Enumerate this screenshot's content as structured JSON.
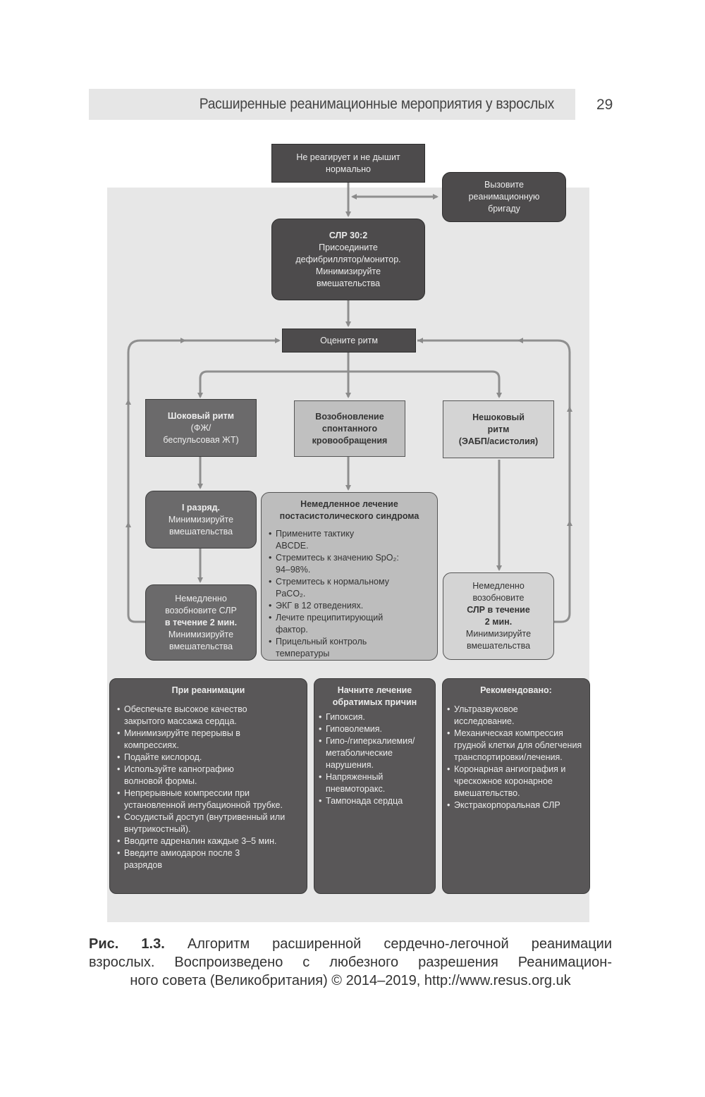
{
  "header": {
    "title": "Расширенные реанимационные мероприятия у взрослых",
    "page_number": "29"
  },
  "flowchart": {
    "start": {
      "line1": "Не реагирует и не дышит",
      "line2": "нормально"
    },
    "call_team": {
      "line1": "Вызовите",
      "line2": "реанимационную",
      "line3": "бригаду"
    },
    "cpr": {
      "title": "СЛР 30:2",
      "line1": "Присоедините",
      "line2": "дефибриллятор/монитор.",
      "line3": "Минимизируйте",
      "line4": "вмешательства"
    },
    "assess": {
      "label": "Оцените ритм"
    },
    "shockable": {
      "line1": "Шоковый ритм",
      "line2": "(ФЖ/",
      "line3": "беспульсовая ЖТ)"
    },
    "rosc": {
      "line1": "Возобновление",
      "line2": "спонтанного",
      "line3": "кровообращения"
    },
    "nonshockable": {
      "line1": "Нешоковый",
      "line2": "ритм",
      "line3": "(ЭАБП/асистолия)"
    },
    "shock": {
      "title": "I разряд.",
      "line1": "Минимизируйте",
      "line2": "вмешательства"
    },
    "resume_left": {
      "line1": "Немедленно",
      "line2": "возобновите СЛР",
      "bold": "в течение 2 мин.",
      "line3": "Минимизируйте",
      "line4": "вмешательства"
    },
    "post_arrest": {
      "title1": "Немедленное лечение",
      "title2": "постасистолического синдрома",
      "items": [
        "Примените тактику ABCDE.",
        "Стремитесь к значению SpO₂: 94–98%.",
        "Стремитесь к нормальному PaCO₂.",
        "ЭКГ в 12 отведениях.",
        "Лечите преципитирующий фактор.",
        "Прицельный контроль температуры"
      ]
    },
    "resume_right": {
      "line1": "Немедленно",
      "line2": "возобновите",
      "bold1": "СЛР в течение",
      "bold2": "2 мин.",
      "line3": "Минимизируйте",
      "line4": "вмешательства"
    }
  },
  "panels": {
    "during_cpr": {
      "title": "При реанимации",
      "items": [
        "Обеспечьте высокое качество закрытого массажа сердца.",
        "Минимизируйте перерывы в компрессиях.",
        "Подайте кислород.",
        "Используйте капнографию волновой формы.",
        "Непрерывные компрессии при установленной интубационной трубке.",
        "Сосудистый доступ (внутривенный или внутрикостный).",
        "Вводите адреналин каждые 3–5 мин.",
        "Введите амиодарон после 3 разрядов"
      ]
    },
    "reversible": {
      "title": "Начните лечение обратимых причин",
      "items": [
        "Гипоксия.",
        "Гиповолемия.",
        "Гипо-/гиперкалиемия/ метаболические нарушения.",
        "Напряженный пневмоторакс.",
        "Тампонада сердца"
      ]
    },
    "recommended": {
      "title": "Рекомендовано:",
      "items": [
        "Ультразвуковое исследование.",
        "Механическая компрессия грудной клетки для облегчения транспортировки/лечения.",
        "Коронарная ангиография и чрескожное коронарное вмешательство.",
        "Экстракорпоральная СЛР"
      ]
    }
  },
  "caption": {
    "label": "Рис. 1.3.",
    "line1": "Алгоритм расширенной сердечно-легочной реанимации",
    "line2": "взрослых. Воспроизведено с любезного разрешения Реанимацион-",
    "line3": "ного совета (Великобритания) © 2014–2019, http://www.resus.org.uk"
  }
}
